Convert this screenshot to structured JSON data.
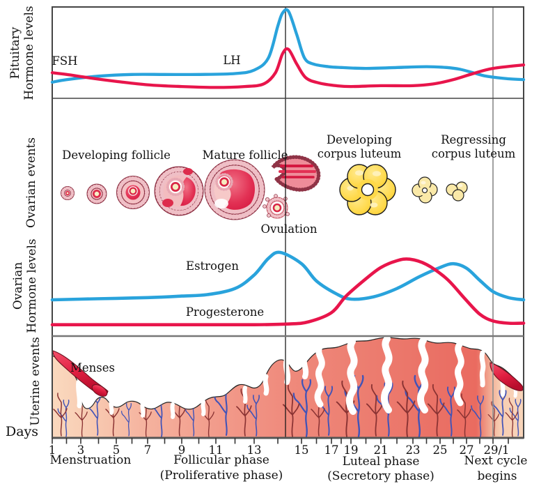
{
  "figure": {
    "panels": {
      "pituitary": {
        "axis_label_line1": "Pituitary",
        "axis_label_line2": "Hormone levels",
        "fsh_label": "FSH",
        "lh_label": "LH"
      },
      "ovarian_events": {
        "axis_label": "Ovarian events",
        "developing_follicle_label": "Developing follicle",
        "mature_follicle_label": "Mature follicle",
        "ovulation_label": "Ovulation",
        "developing_cl_line1": "Developing",
        "developing_cl_line2": "corpus luteum",
        "regressing_cl_line1": "Regressing",
        "regressing_cl_line2": "corpus luteum"
      },
      "ovarian_hormones": {
        "axis_label_line1": "Ovarian",
        "axis_label_line2": "Hormone levels",
        "estrogen_label": "Estrogen",
        "progesterone_label": "Progesterone"
      },
      "uterine": {
        "axis_label": "Uterine events",
        "menses_label": "Menses"
      }
    },
    "x_axis": {
      "label": "Days",
      "ticks": [
        "1",
        "3",
        "5",
        "7",
        "9",
        "11",
        "13",
        "15",
        "17",
        "19",
        "21",
        "23",
        "25",
        "27",
        "29/1"
      ]
    },
    "phases": {
      "menstruation": "Menstruation",
      "follicular_line1": "Follicular phase",
      "follicular_line2": "(Proliferative phase)",
      "luteal_line1": "Luteal phase",
      "luteal_line2": "(Secretory phase)",
      "next_cycle_line1": "Next cycle",
      "next_cycle_line2": "begins"
    },
    "colors": {
      "blue_curve": "#29A3DC",
      "red_curve": "#E8154B",
      "corpus_luteum_yellow": "#FFD94A",
      "endometrium_pink": "#EF8A7C",
      "menses_red": "#DC1438"
    }
  },
  "chart_data": [
    {
      "type": "line",
      "panel": "pituitary",
      "title": "Pituitary hormone levels across the menstrual cycle",
      "xlabel": "Days",
      "ylabel": "Pituitary Hormone levels",
      "x_unit": "cycle day",
      "y_unit": "relative level 0-100 (qualitative, no numeric axis shown)",
      "x_range": [
        1,
        31
      ],
      "grid": false,
      "vlines_days": [
        14.3,
        29
      ],
      "series": [
        {
          "id": "lh",
          "name": "LH",
          "color": "#29A3DC",
          "points": [
            [
              1,
              17
            ],
            [
              2,
              20
            ],
            [
              4,
              24
            ],
            [
              6,
              26
            ],
            [
              8,
              26
            ],
            [
              10,
              26
            ],
            [
              12,
              27
            ],
            [
              13,
              31
            ],
            [
              13.6,
              45
            ],
            [
              14,
              82
            ],
            [
              14.2,
              97
            ],
            [
              14.45,
              99
            ],
            [
              14.8,
              72
            ],
            [
              15.2,
              45
            ],
            [
              15.8,
              38
            ],
            [
              16.8,
              35
            ],
            [
              18,
              34
            ],
            [
              20,
              33
            ],
            [
              22,
              34
            ],
            [
              24,
              35
            ],
            [
              25.5,
              34
            ],
            [
              26.5,
              32
            ],
            [
              27.5,
              28
            ],
            [
              28.5,
              24
            ],
            [
              30,
              21
            ],
            [
              31,
              20
            ]
          ]
        },
        {
          "id": "fsh",
          "name": "FSH",
          "color": "#E8154B",
          "points": [
            [
              1,
              28
            ],
            [
              2,
              26
            ],
            [
              3.5,
              22
            ],
            [
              5,
              18
            ],
            [
              7,
              14
            ],
            [
              9,
              12
            ],
            [
              11,
              11
            ],
            [
              12.5,
              12
            ],
            [
              13.4,
              15
            ],
            [
              13.9,
              28
            ],
            [
              14.2,
              50
            ],
            [
              14.45,
              55
            ],
            [
              14.8,
              38
            ],
            [
              15.3,
              22
            ],
            [
              16.2,
              16
            ],
            [
              17.5,
              13
            ],
            [
              19,
              12
            ],
            [
              21,
              13
            ],
            [
              23,
              13
            ],
            [
              24.5,
              15
            ],
            [
              26,
              20
            ],
            [
              27.5,
              27
            ],
            [
              29,
              33
            ],
            [
              31,
              37
            ]
          ]
        }
      ]
    },
    {
      "type": "line",
      "panel": "ovarian",
      "title": "Ovarian hormone levels across the menstrual cycle",
      "xlabel": "Days",
      "ylabel": "Ovarian Hormone levels",
      "x_unit": "cycle day",
      "y_unit": "relative level 0-100 (qualitative, no numeric axis shown)",
      "x_range": [
        1,
        31
      ],
      "grid": false,
      "vlines_days": [
        14.3,
        29
      ],
      "series": [
        {
          "id": "estrogen",
          "name": "Estrogen",
          "color": "#29A3DC",
          "points": [
            [
              1,
              37
            ],
            [
              3,
              38
            ],
            [
              5,
              39
            ],
            [
              7,
              40
            ],
            [
              9,
              42
            ],
            [
              10.5,
              44
            ],
            [
              12,
              52
            ],
            [
              13,
              70
            ],
            [
              13.6,
              92
            ],
            [
              14.1,
              100
            ],
            [
              15,
              85
            ],
            [
              16,
              62
            ],
            [
              17.5,
              45
            ],
            [
              19,
              38
            ],
            [
              20.5,
              41
            ],
            [
              22,
              52
            ],
            [
              23.5,
              68
            ],
            [
              25,
              80
            ],
            [
              26,
              85
            ],
            [
              27,
              79
            ],
            [
              28,
              63
            ],
            [
              29,
              48
            ],
            [
              30,
              40
            ],
            [
              31,
              37
            ]
          ]
        },
        {
          "id": "progesterone",
          "name": "Progesterone",
          "color": "#E8154B",
          "points": [
            [
              1,
              4
            ],
            [
              5,
              4
            ],
            [
              10,
              4
            ],
            [
              13,
              4
            ],
            [
              14.5,
              5
            ],
            [
              15.5,
              8
            ],
            [
              17,
              20
            ],
            [
              18.5,
              42
            ],
            [
              20,
              65
            ],
            [
              21,
              80
            ],
            [
              22,
              89
            ],
            [
              22.8,
              91
            ],
            [
              24,
              84
            ],
            [
              25.5,
              65
            ],
            [
              26.8,
              40
            ],
            [
              28,
              18
            ],
            [
              29,
              9
            ],
            [
              30,
              6
            ],
            [
              31,
              6
            ]
          ]
        }
      ]
    }
  ]
}
